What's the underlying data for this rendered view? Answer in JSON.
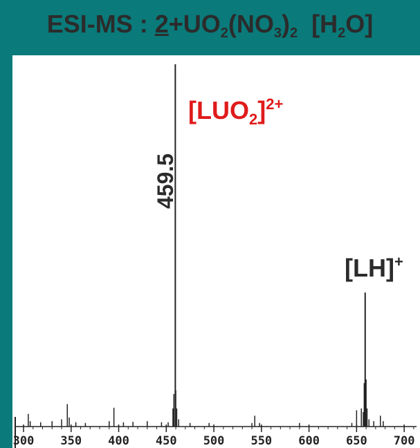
{
  "title": {
    "prefix": "ESI-MS : ",
    "compound_number": "2",
    "formula_a": "+UO",
    "sub_a": "2",
    "formula_b": "(NO",
    "sub_b": "3",
    "formula_c": ")",
    "sub_c": "2",
    "solvent_a": "  [H",
    "sub_d": "2",
    "solvent_b": "O]"
  },
  "annotations": {
    "complex_main": "[LUO",
    "complex_sub": "2",
    "complex_tail": "]",
    "complex_charge": "2+",
    "ligand_main": "[LH]",
    "ligand_charge": "+",
    "peak_value": "459.5"
  },
  "colors": {
    "frame": "#0a7a7a",
    "complex_label": "#e01b1b",
    "text": "#2b2b2b"
  },
  "chart_data": {
    "type": "line",
    "title": "ESI-MS : 2+UO2(NO3)2 [H2O]",
    "xlabel": "",
    "ylabel": "",
    "xlim": [
      300,
      713
    ],
    "ylim": [
      0,
      100
    ],
    "x_ticks": [
      300,
      350,
      400,
      450,
      500,
      550,
      600,
      650,
      700
    ],
    "x_tick_labels": [
      "300",
      "350",
      "400",
      "450",
      "500",
      "550",
      "600",
      "650",
      "700"
    ],
    "grid": false,
    "legend": "none",
    "peaks": [
      {
        "x": 305,
        "y": 3.5
      },
      {
        "x": 307,
        "y": 1.5
      },
      {
        "x": 318,
        "y": 1.2
      },
      {
        "x": 330,
        "y": 1.5
      },
      {
        "x": 340,
        "y": 2.0
      },
      {
        "x": 346,
        "y": 6.2
      },
      {
        "x": 348,
        "y": 2.5
      },
      {
        "x": 355,
        "y": 1.2
      },
      {
        "x": 365,
        "y": 1.0
      },
      {
        "x": 390,
        "y": 1.5
      },
      {
        "x": 395,
        "y": 5.2
      },
      {
        "x": 405,
        "y": 1.2
      },
      {
        "x": 415,
        "y": 1.3
      },
      {
        "x": 430,
        "y": 1.5
      },
      {
        "x": 445,
        "y": 1.2
      },
      {
        "x": 452,
        "y": 1.2
      },
      {
        "x": 457,
        "y": 5.0
      },
      {
        "x": 458,
        "y": 9.0
      },
      {
        "x": 459.5,
        "y": 100
      },
      {
        "x": 460,
        "y": 10.0
      },
      {
        "x": 461,
        "y": 5.0
      },
      {
        "x": 463,
        "y": 2.0
      },
      {
        "x": 475,
        "y": 1.0
      },
      {
        "x": 495,
        "y": 1.0
      },
      {
        "x": 540,
        "y": 1.0
      },
      {
        "x": 543,
        "y": 3.0
      },
      {
        "x": 548,
        "y": 1.0
      },
      {
        "x": 590,
        "y": 1.0
      },
      {
        "x": 645,
        "y": 1.0
      },
      {
        "x": 650,
        "y": 4.5
      },
      {
        "x": 655,
        "y": 5.0
      },
      {
        "x": 657,
        "y": 4.0
      },
      {
        "x": 658,
        "y": 12.0
      },
      {
        "x": 659,
        "y": 37.0
      },
      {
        "x": 660,
        "y": 13.0
      },
      {
        "x": 661,
        "y": 5.0
      },
      {
        "x": 663,
        "y": 2.0
      },
      {
        "x": 668,
        "y": 1.5
      },
      {
        "x": 675,
        "y": 3.0
      },
      {
        "x": 678,
        "y": 1.5
      }
    ]
  }
}
